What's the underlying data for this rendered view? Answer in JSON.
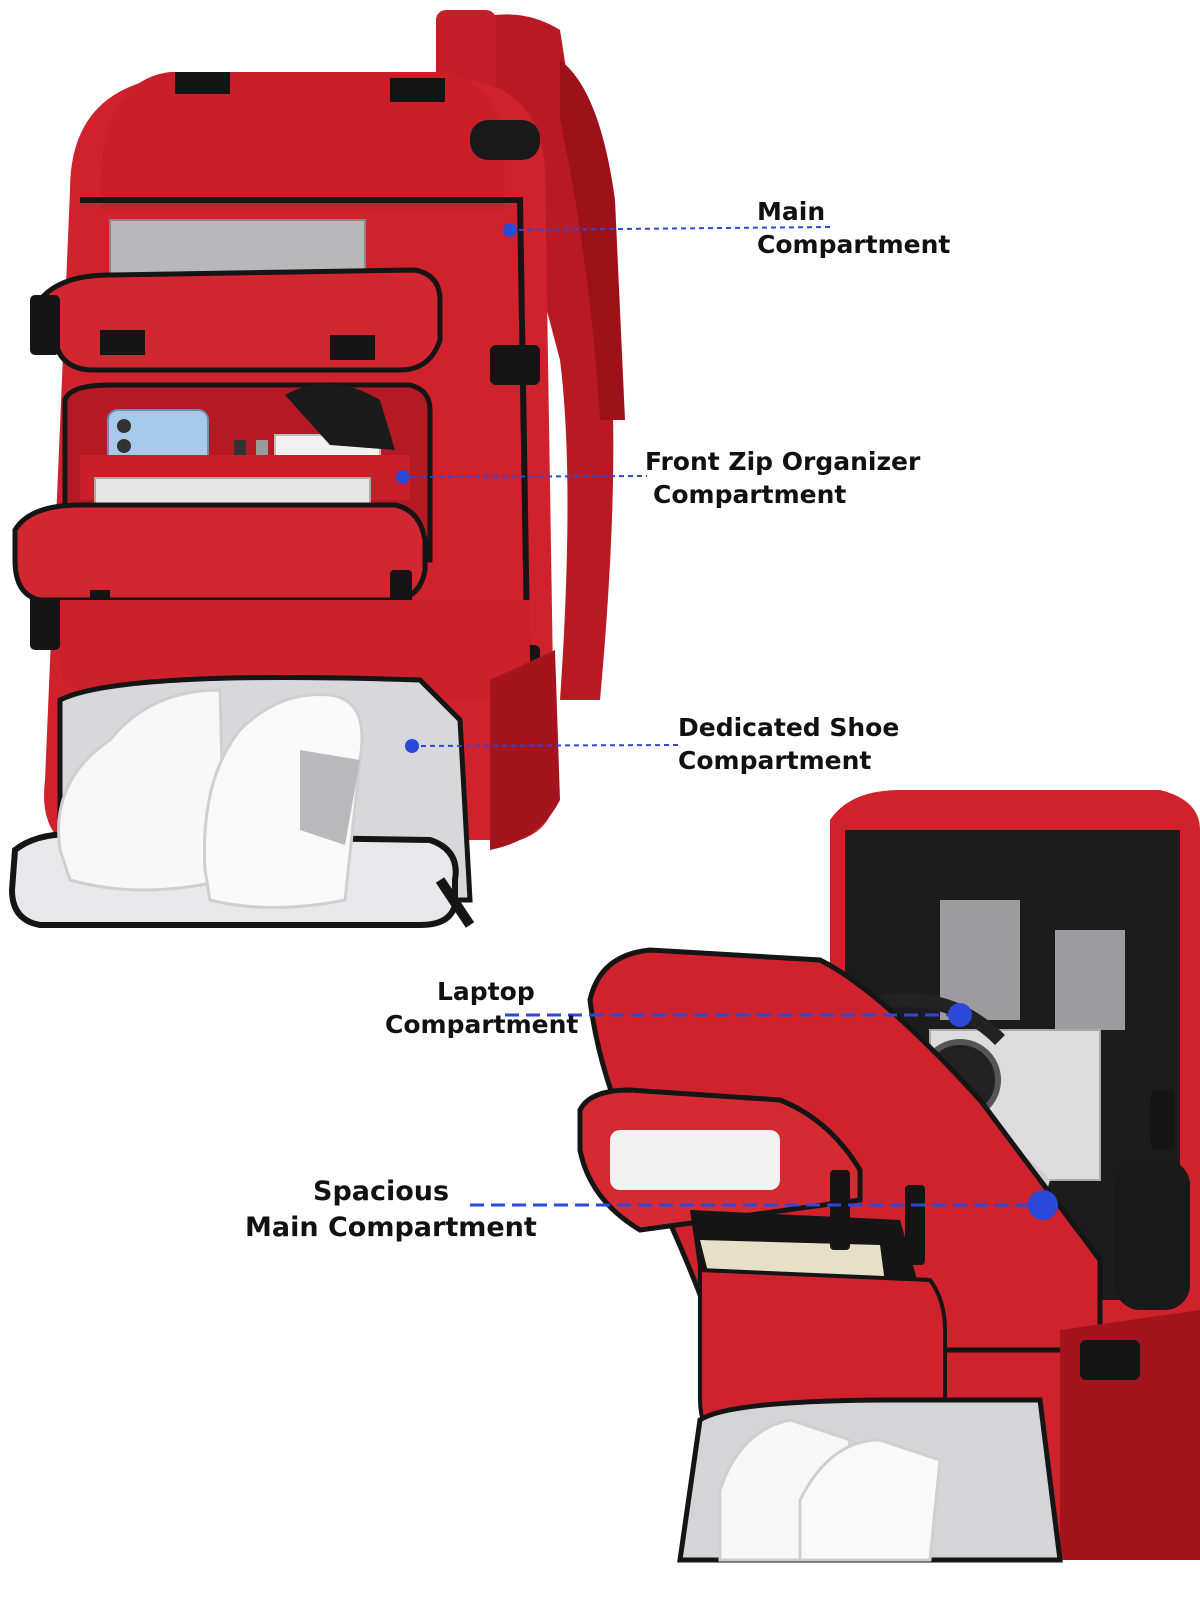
{
  "colors": {
    "bag_red": "#d0222c",
    "bag_dark_red": "#9e1119",
    "trim_black": "#151515",
    "silver_lining": "#e4e4e6",
    "callout_blue": "#2a49d8"
  },
  "callouts": [
    {
      "id": "main",
      "lines": [
        "Main",
        "Compartment"
      ]
    },
    {
      "id": "front-zip",
      "lines": [
        "Front Zip Organizer",
        "Compartment"
      ]
    },
    {
      "id": "shoe",
      "lines": [
        "Dedicated Shoe",
        "Compartment"
      ]
    },
    {
      "id": "laptop",
      "lines": [
        "Laptop",
        "Compartment"
      ]
    },
    {
      "id": "spacious",
      "lines": [
        "Spacious",
        "Main Compartment"
      ]
    }
  ]
}
